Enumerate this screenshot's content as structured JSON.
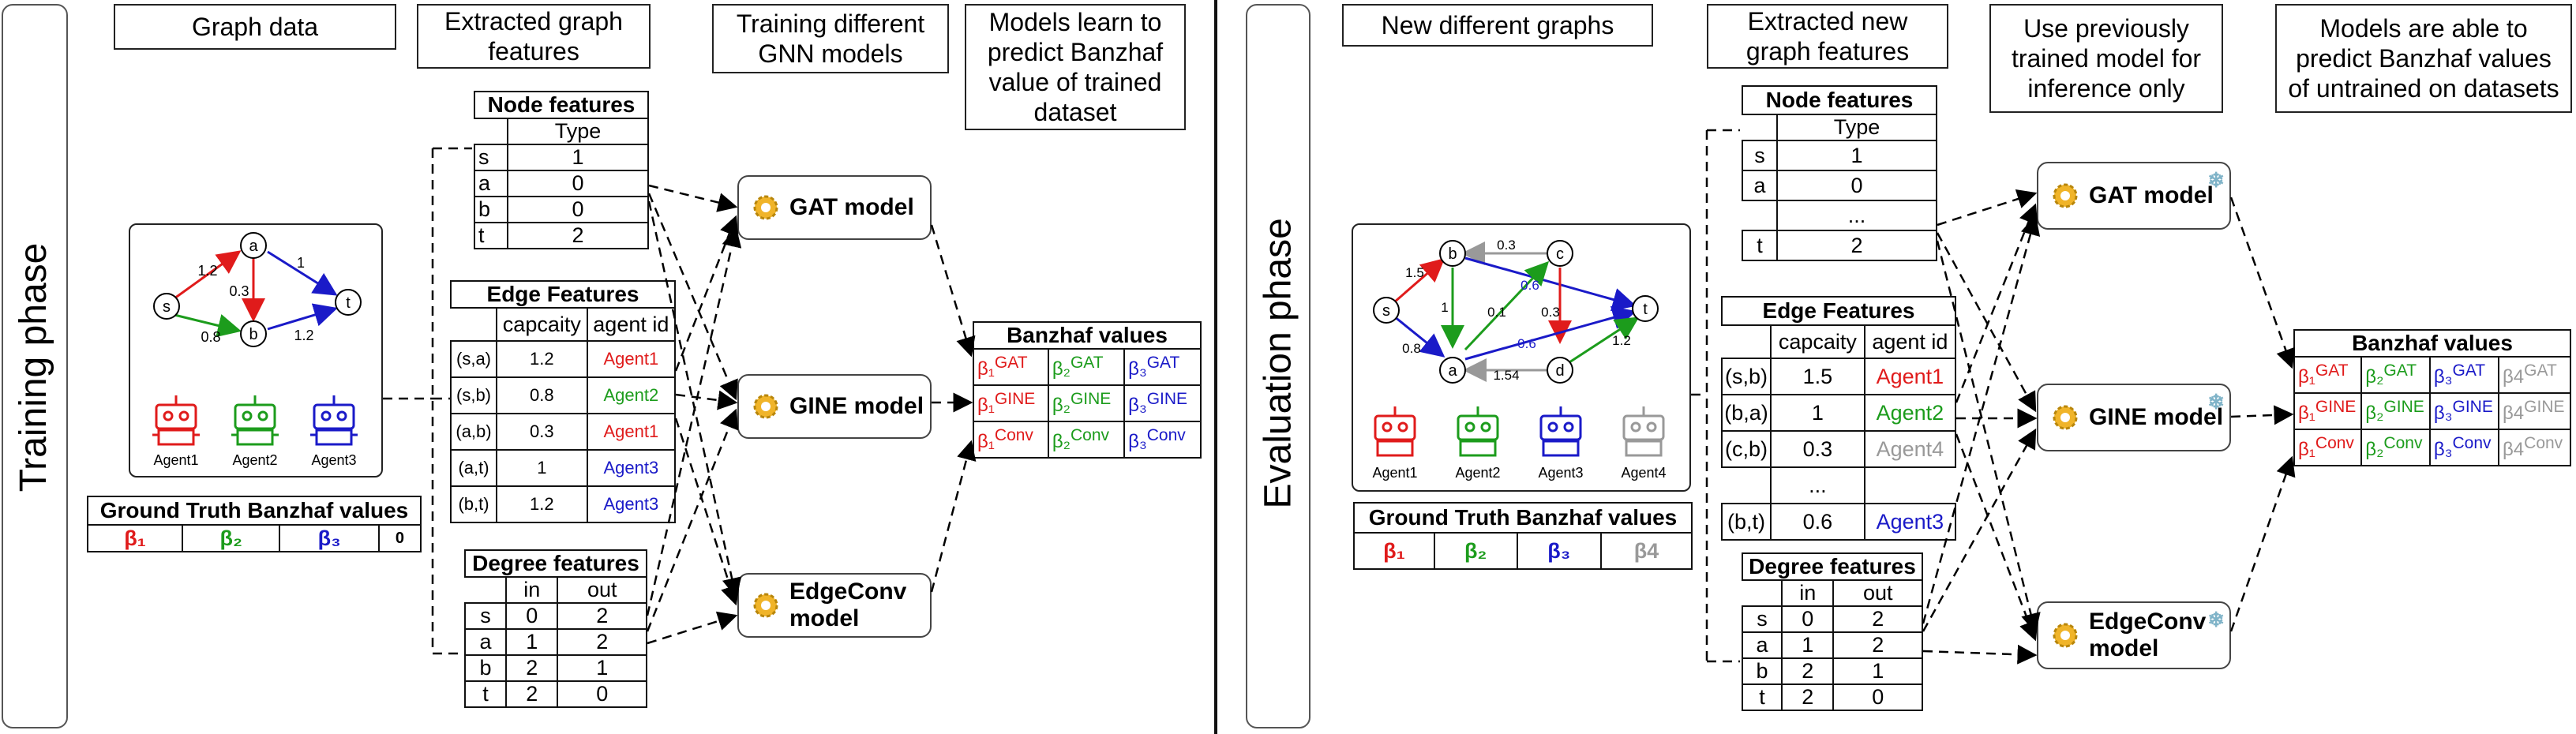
{
  "colors": {
    "red": "#e01b1b",
    "green": "#1c9c1c",
    "blue": "#1a1ac8",
    "gray": "#999999"
  },
  "training": {
    "phase_label": "Training phase",
    "headers": {
      "graph_data": "Graph data",
      "extracted": "Extracted graph features",
      "training_models": "Training different GNN models",
      "learn": "Models learn to predict Banzhaf value of trained dataset"
    },
    "graph": {
      "nodes": [
        "s",
        "a",
        "t",
        "b"
      ],
      "edge_labels": [
        "1.2",
        "1",
        "0.3",
        "0.8",
        "1.2"
      ],
      "agents": [
        "Agent1",
        "Agent2",
        "Agent3"
      ]
    },
    "ground_truth": {
      "title": "Ground Truth Banzhaf values",
      "cells": [
        "β₁",
        "β₂",
        "β₃",
        "0"
      ]
    },
    "node_features": {
      "title": "Node features",
      "col": "Type",
      "rows": [
        [
          "s",
          "1"
        ],
        [
          "a",
          "0"
        ],
        [
          "b",
          "0"
        ],
        [
          "t",
          "2"
        ]
      ]
    },
    "edge_features": {
      "title": "Edge Features",
      "cols": [
        "capcaity",
        "agent id"
      ],
      "rows": [
        [
          "(s,a)",
          "1.2",
          "Agent1"
        ],
        [
          "(s,b)",
          "0.8",
          "Agent2"
        ],
        [
          "(a,b)",
          "0.3",
          "Agent1"
        ],
        [
          "(a,t)",
          "1",
          "Agent3"
        ],
        [
          "(b,t)",
          "1.2",
          "Agent3"
        ]
      ]
    },
    "degree_features": {
      "title": "Degree features",
      "cols": [
        "in",
        "out"
      ],
      "rows": [
        [
          "s",
          "0",
          "2"
        ],
        [
          "a",
          "1",
          "2"
        ],
        [
          "b",
          "2",
          "1"
        ],
        [
          "t",
          "2",
          "0"
        ]
      ]
    },
    "models": [
      "GAT model",
      "GINE model",
      "EdgeConv model"
    ],
    "banzhaf": {
      "title": "Banzhaf values",
      "base": [
        "β₁",
        "β₂",
        "β₃"
      ],
      "sups": [
        "GAT",
        "GINE",
        "Conv"
      ]
    }
  },
  "evaluation": {
    "phase_label": "Evaluation phase",
    "headers": {
      "new_graphs": "New different graphs",
      "extracted": "Extracted new graph features",
      "use_model": "Use previously trained model for inference only",
      "predict": "Models are able to predict Banzhaf values of untrained on datasets"
    },
    "graph": {
      "nodes": [
        "s",
        "b",
        "c",
        "t",
        "a",
        "d"
      ],
      "edge_labels": [
        "1.5",
        "0.3",
        "0.6",
        "1",
        "0.1",
        "0.3",
        "0.8",
        "0.6",
        "1.54",
        "1.2"
      ],
      "agents": [
        "Agent1",
        "Agent2",
        "Agent3",
        "Agent4"
      ]
    },
    "ground_truth": {
      "title": "Ground Truth Banzhaf values",
      "cells": [
        "β₁",
        "β₂",
        "β₃",
        "β4"
      ]
    },
    "node_features": {
      "title": "Node features",
      "col": "Type",
      "rows": [
        [
          "s",
          "1"
        ],
        [
          "a",
          "0"
        ],
        [
          "",
          "..."
        ],
        [
          "t",
          "2"
        ]
      ]
    },
    "edge_features": {
      "title": "Edge Features",
      "cols": [
        "capcaity",
        "agent id"
      ],
      "rows": [
        [
          "(s,b)",
          "1.5",
          "Agent1"
        ],
        [
          "(b,a)",
          "1",
          "Agent2"
        ],
        [
          "(c,b)",
          "0.3",
          "Agent4"
        ],
        [
          "",
          "...",
          ""
        ],
        [
          "(b,t)",
          "0.6",
          "Agent3"
        ]
      ]
    },
    "degree_features": {
      "title": "Degree features",
      "cols": [
        "in",
        "out"
      ],
      "rows": [
        [
          "s",
          "0",
          "2"
        ],
        [
          "a",
          "1",
          "2"
        ],
        [
          "b",
          "2",
          "1"
        ],
        [
          "t",
          "2",
          "0"
        ]
      ]
    },
    "models": [
      "GAT model",
      "GINE model",
      "EdgeConv model"
    ],
    "banzhaf": {
      "title": "Banzhaf values",
      "base": [
        "β₁",
        "β₂",
        "β₃",
        "β4"
      ],
      "sups": [
        "GAT",
        "GINE",
        "Conv"
      ]
    }
  }
}
